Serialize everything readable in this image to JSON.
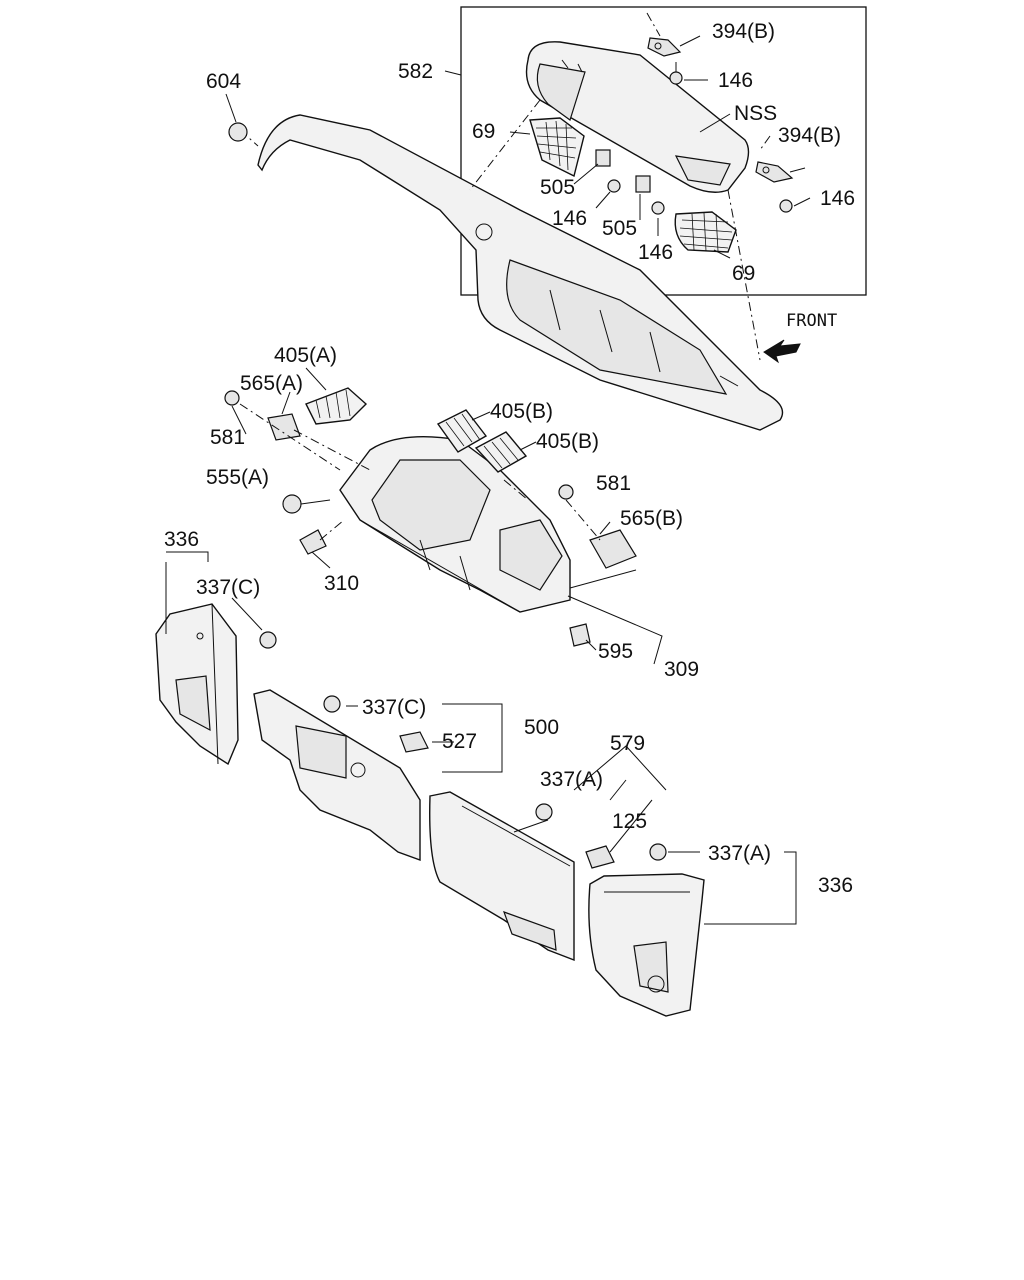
{
  "diagram": {
    "front_label": "FRONT",
    "callouts": {
      "c604": "604",
      "c582": "582",
      "c394b_top": "394(B)",
      "c146_top": "146",
      "cNSS": "NSS",
      "c69_left": "69",
      "c394b_right": "394(B)",
      "c505_left": "505",
      "c146_right": "146",
      "c146_mid": "146",
      "c505_mid": "505",
      "c146_low": "146",
      "c69_right": "69",
      "c405a": "405(A)",
      "c565a": "565(A)",
      "c581_left": "581",
      "c405b_1": "405(B)",
      "c405b_2": "405(B)",
      "c555a": "555(A)",
      "c581_right": "581",
      "c565b": "565(B)",
      "c336_left": "336",
      "c310": "310",
      "c337c_left": "337(C)",
      "c595": "595",
      "c309": "309",
      "c337c_mid": "337(C)",
      "c500": "500",
      "c527": "527",
      "c579": "579",
      "c337a_mid": "337(A)",
      "c125": "125",
      "c337a_right": "337(A)",
      "c336_right": "336"
    }
  }
}
